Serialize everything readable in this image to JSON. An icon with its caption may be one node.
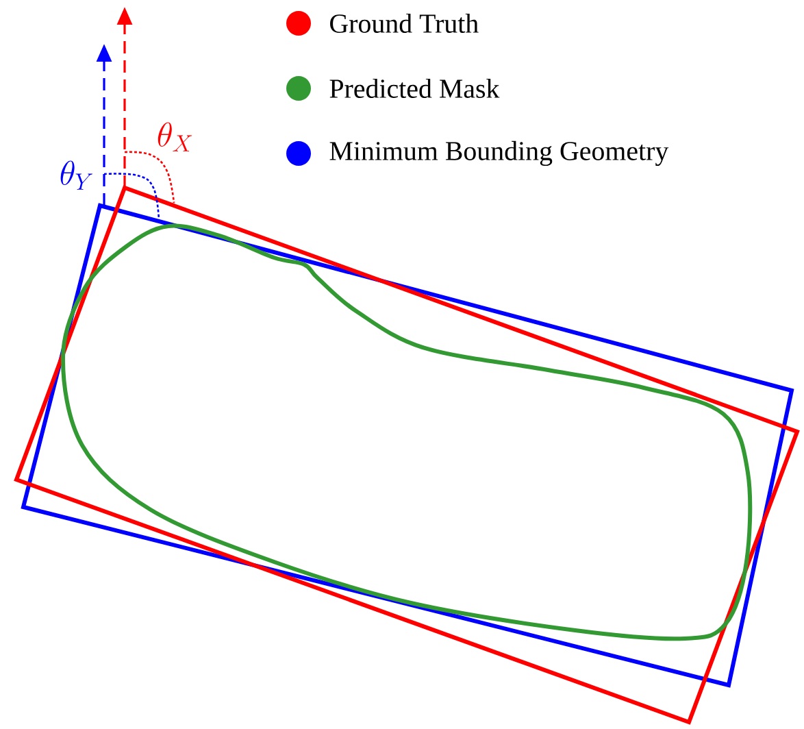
{
  "diagram": {
    "labels": [
      "\\theta_X",
      "\\theta_Y"
    ],
    "legend": [
      {
        "text": "Ground Truth",
        "color": "#ff0000"
      },
      {
        "text": "Predicted Mask",
        "color": "#339933"
      },
      {
        "text": "Minimum Bounding Geometry",
        "color": "#0000ff"
      }
    ]
  }
}
